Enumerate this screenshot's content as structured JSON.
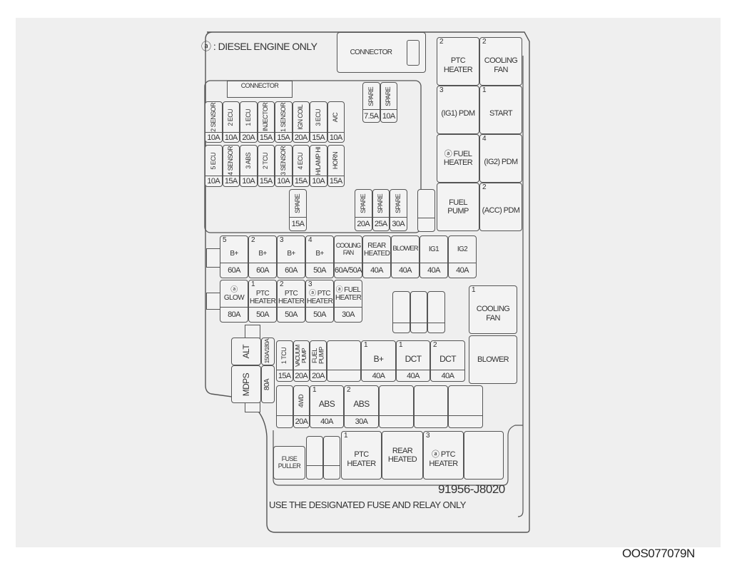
{
  "note": "ⓐ : DIESEL ENGINE ONLY",
  "connector_top": "CONNECTOR",
  "connector_mini": "CONNECTOR",
  "mini_row1": [
    {
      "num": "2",
      "label": "SENSOR",
      "amp": "10A"
    },
    {
      "num": "2",
      "label": "ECU",
      "amp": "10A"
    },
    {
      "num": "1",
      "label": "ECU",
      "amp": "20A"
    },
    {
      "num": "",
      "label": "INJECTOR",
      "amp": "15A"
    },
    {
      "num": "1",
      "label": "SENSOR",
      "amp": "15A"
    },
    {
      "num": "",
      "label": "IGN COIL",
      "amp": "20A"
    },
    {
      "num": "3",
      "label": "ECU",
      "amp": "15A"
    },
    {
      "num": "",
      "label": "A/C",
      "amp": "10A"
    }
  ],
  "mini_row2": [
    {
      "num": "5",
      "label": "ECU",
      "amp": "10A"
    },
    {
      "num": "4",
      "label": "SENSOR",
      "amp": "15A"
    },
    {
      "num": "3",
      "label": "ABS",
      "amp": "10A"
    },
    {
      "num": "2",
      "label": "TCU",
      "amp": "15A"
    },
    {
      "num": "3",
      "label": "SENSOR",
      "amp": "10A"
    },
    {
      "num": "4",
      "label": "ECU",
      "amp": "15A"
    },
    {
      "num": "",
      "label": "H/LAMP HI",
      "amp": "10A"
    },
    {
      "num": "",
      "label": "HORN",
      "amp": "15A"
    }
  ],
  "spare_top": [
    {
      "label": "SPARE",
      "amp": "7.5A"
    },
    {
      "label": "SPARE",
      "amp": "10A"
    }
  ],
  "spare_mid": [
    {
      "label": "SPARE",
      "amp": "15A"
    }
  ],
  "spare_right": [
    {
      "label": "SPARE",
      "amp": "20A"
    },
    {
      "label": "SPARE",
      "amp": "25A"
    },
    {
      "label": "SPARE",
      "amp": "30A"
    }
  ],
  "relays_right": [
    {
      "num": "2",
      "label": "PTC HEATER"
    },
    {
      "num": "2",
      "label": "COOLING FAN"
    },
    {
      "num": "3",
      "label": "(IG1) PDM"
    },
    {
      "num": "1",
      "label": "START"
    },
    {
      "num": "",
      "label": "ⓐ FUEL HEATER"
    },
    {
      "num": "4",
      "label": "(IG2) PDM"
    },
    {
      "num": "",
      "label": "FUEL PUMP"
    },
    {
      "num": "2",
      "label": "(ACC) PDM"
    }
  ],
  "fusible_row1": [
    {
      "num": "5",
      "label": "B+",
      "amp": "60A"
    },
    {
      "num": "2",
      "label": "B+",
      "amp": "60A"
    },
    {
      "num": "3",
      "label": "B+",
      "amp": "60A"
    },
    {
      "num": "4",
      "label": "B+",
      "amp": "50A"
    },
    {
      "num": "",
      "label": "COOLING FAN",
      "amp": "60A/50A"
    },
    {
      "num": "",
      "label": "REAR HEATED",
      "amp": "40A"
    },
    {
      "num": "",
      "label": "BLOWER",
      "amp": "40A"
    },
    {
      "num": "",
      "label": "IG1",
      "amp": "40A"
    },
    {
      "num": "",
      "label": "IG2",
      "amp": "40A"
    }
  ],
  "fusible_row2": [
    {
      "num": "",
      "label": "ⓐ GLOW",
      "amp": "80A"
    },
    {
      "num": "1",
      "label": "PTC HEATER",
      "amp": "50A"
    },
    {
      "num": "2",
      "label": "PTC HEATER",
      "amp": "50A"
    },
    {
      "num": "3",
      "label": "ⓐ PTC HEATER",
      "amp": "50A"
    },
    {
      "num": "",
      "label": "ⓐ FUEL HEATER",
      "amp": "30A"
    }
  ],
  "relay_cooling_fan": {
    "num": "1",
    "label": "COOLING FAN"
  },
  "relay_blower": {
    "label": "BLOWER"
  },
  "alt": {
    "label": "ALT",
    "amp": "150A/180A"
  },
  "mdps": {
    "label": "MDPS",
    "amp": "80A"
  },
  "mid_row": [
    {
      "num": "1",
      "label": "TCU",
      "amp": "15A"
    },
    {
      "num": "",
      "label": "VACUUM PUMP",
      "amp": "20A"
    },
    {
      "num": "",
      "label": "FUEL PUMP",
      "amp": "20A"
    },
    {
      "num": "",
      "label": "",
      "amp": ""
    },
    {
      "num": "1",
      "label": "B+",
      "amp": "40A"
    },
    {
      "num": "1",
      "label": "DCT",
      "amp": "40A"
    },
    {
      "num": "2",
      "label": "DCT",
      "amp": "40A"
    }
  ],
  "abs_row": [
    {
      "num": "",
      "label": "",
      "amp": ""
    },
    {
      "num": "",
      "label": "4WD",
      "amp": "20A"
    },
    {
      "num": "1",
      "label": "ABS",
      "amp": "40A"
    },
    {
      "num": "2",
      "label": "ABS",
      "amp": "30A"
    },
    {
      "num": "",
      "label": "",
      "amp": ""
    },
    {
      "num": "",
      "label": "",
      "amp": ""
    },
    {
      "num": "",
      "label": "",
      "amp": ""
    }
  ],
  "bottom_relays": [
    {
      "num": "1",
      "label": "PTC HEATER"
    },
    {
      "num": "",
      "label": "REAR HEATED"
    },
    {
      "num": "3",
      "label": "ⓐ PTC HEATER"
    },
    {
      "num": "",
      "label": ""
    }
  ],
  "fuse_puller": "FUSE PULLER",
  "part_number": "91956-J8020",
  "footer": "USE THE DESIGNATED FUSE AND RELAY ONLY",
  "image_code": "OOS077079N"
}
